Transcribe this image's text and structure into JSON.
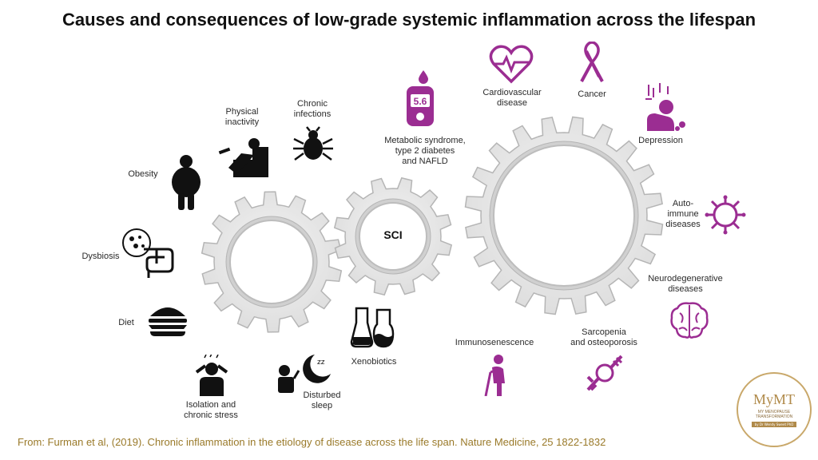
{
  "title": "Causes and consequences of low-grade systemic inflammation across the lifespan",
  "center_label": "SCI",
  "causes": {
    "physical_inactivity": "Physical\ninactivity",
    "chronic_infections": "Chronic\ninfections",
    "obesity": "Obesity",
    "dysbiosis": "Dysbiosis",
    "diet": "Diet",
    "isolation": "Isolation and\nchronic stress",
    "disturbed_sleep": "Disturbed\nsleep",
    "xenobiotics": "Xenobiotics"
  },
  "consequences": {
    "metabolic": "Metabolic syndrome,\ntype 2 diabetes\nand NAFLD",
    "cardiovascular": "Cardiovascular\ndisease",
    "cancer": "Cancer",
    "depression": "Depression",
    "autoimmune": "Auto-\nimmune\ndiseases",
    "neurodegenerative": "Neurodegenerative\ndiseases",
    "sarcopenia": "Sarcopenia\nand osteoporosis",
    "immunosenescence": "Immunosenescence"
  },
  "glucometer_reading": "5.6",
  "citation": "From: Furman et al, (2019). Chronic inflammation in the etiology of disease across the life span. Nature Medicine, 25 1822-1832",
  "logo": {
    "name": "MyMT",
    "subtitle": "MY MENOPAUSE TRANSFORMATION",
    "tagline": "by Dr Wendy Sweet PhD"
  },
  "colors": {
    "consequence_icon": "#9b2d92",
    "cause_icon": "#111111",
    "gear_fill": "#ececec",
    "gear_stroke": "#b5b5b5",
    "citation": "#9a7a2a",
    "logo_gold": "#b08a4a"
  },
  "icons": {
    "physical_inactivity": "person-on-couch-icon",
    "chronic_infections": "tick-bug-icon",
    "obesity": "obese-person-icon",
    "dysbiosis": "intestine-bacteria-icon",
    "diet": "burger-icon",
    "isolation": "stressed-person-icon",
    "disturbed_sleep": "moon-sleep-icon",
    "xenobiotics": "flasks-icon",
    "metabolic": "glucometer-icon",
    "cardiovascular": "heart-pulse-icon",
    "cancer": "ribbon-icon",
    "depression": "depressed-person-icon",
    "autoimmune": "cells-icon",
    "neurodegenerative": "brain-icon",
    "sarcopenia": "knee-joint-icon",
    "immunosenescence": "elderly-person-icon"
  }
}
